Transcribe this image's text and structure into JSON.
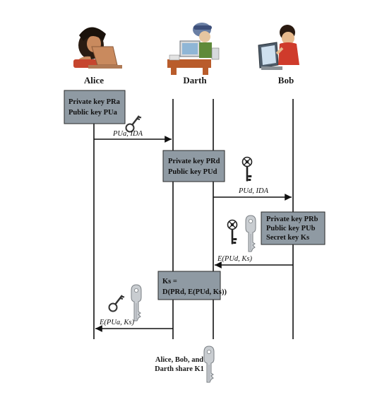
{
  "participants": {
    "alice": "Alice",
    "darth": "Darth",
    "bob": "Bob"
  },
  "boxes": {
    "alice_keys": [
      "Private key PRa",
      "Public key PUa"
    ],
    "darth_keys": [
      "Private key PRd",
      "Public key PUd"
    ],
    "bob_keys": [
      "Private key PRb",
      "Public key PUb",
      "Secret key Ks"
    ],
    "darth_decrypt": [
      "Ks =",
      "D(PRd, E(PUd, Ks))"
    ]
  },
  "messages": {
    "m1": "PUa, IDA",
    "m2": "PUd, IDA",
    "m3": "E(PUd, Ks)",
    "m4": "E(PUa, Ks)"
  },
  "caption": [
    "Alice, Bob, and",
    "Darth share K1"
  ],
  "icons": {
    "public_key_alice": "skeleton-key-icon",
    "public_key_darth": "ornate-key-icon",
    "secret_key": "house-key-icon"
  },
  "colors": {
    "box_fill": "#8f9aa3",
    "line": "#111111",
    "key_silver": "#c9cdd1"
  }
}
